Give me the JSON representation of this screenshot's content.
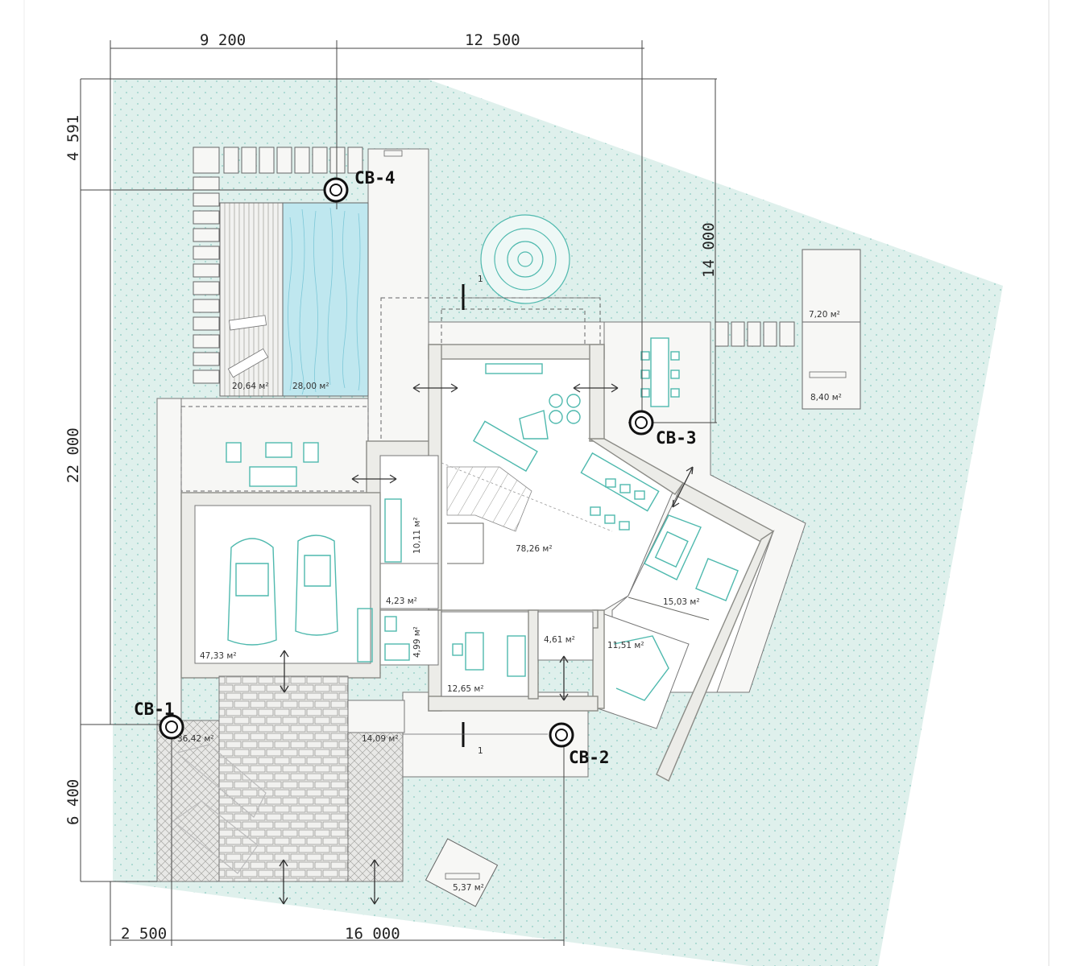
{
  "dimensions": {
    "top": [
      "9 200",
      "12 500"
    ],
    "left": [
      "4 591",
      "22 000",
      "6 400"
    ],
    "right": [
      "14 000"
    ],
    "bottom": [
      "2 500",
      "16 000"
    ]
  },
  "axes": [
    "СВ-1",
    "СВ-2",
    "СВ-3",
    "СВ-4"
  ],
  "areas": {
    "deck": "20,64 м²",
    "pool": "28,00 м²",
    "living": "78,26 м²",
    "garage": "47,33 м²",
    "stairs": "10,11 м²",
    "hall": "4,23 м²",
    "wc": "4,99 м²",
    "office": "12,65 м²",
    "entry": "4,61 м²",
    "kitchen": "15,03 м²",
    "bedroom": "11,51 м²",
    "carport": "36,42 м²",
    "porch": "14,09 м²",
    "shed_top": "7,20 м²",
    "shed_bottom": "8,40 м²",
    "bin": "5,37 м²"
  },
  "section_marks": [
    "1",
    "1"
  ],
  "colors": {
    "site": "#d6ede9",
    "teal": "#4fb9ae",
    "water": "#b9e6ef",
    "wall": "#ecece8"
  }
}
